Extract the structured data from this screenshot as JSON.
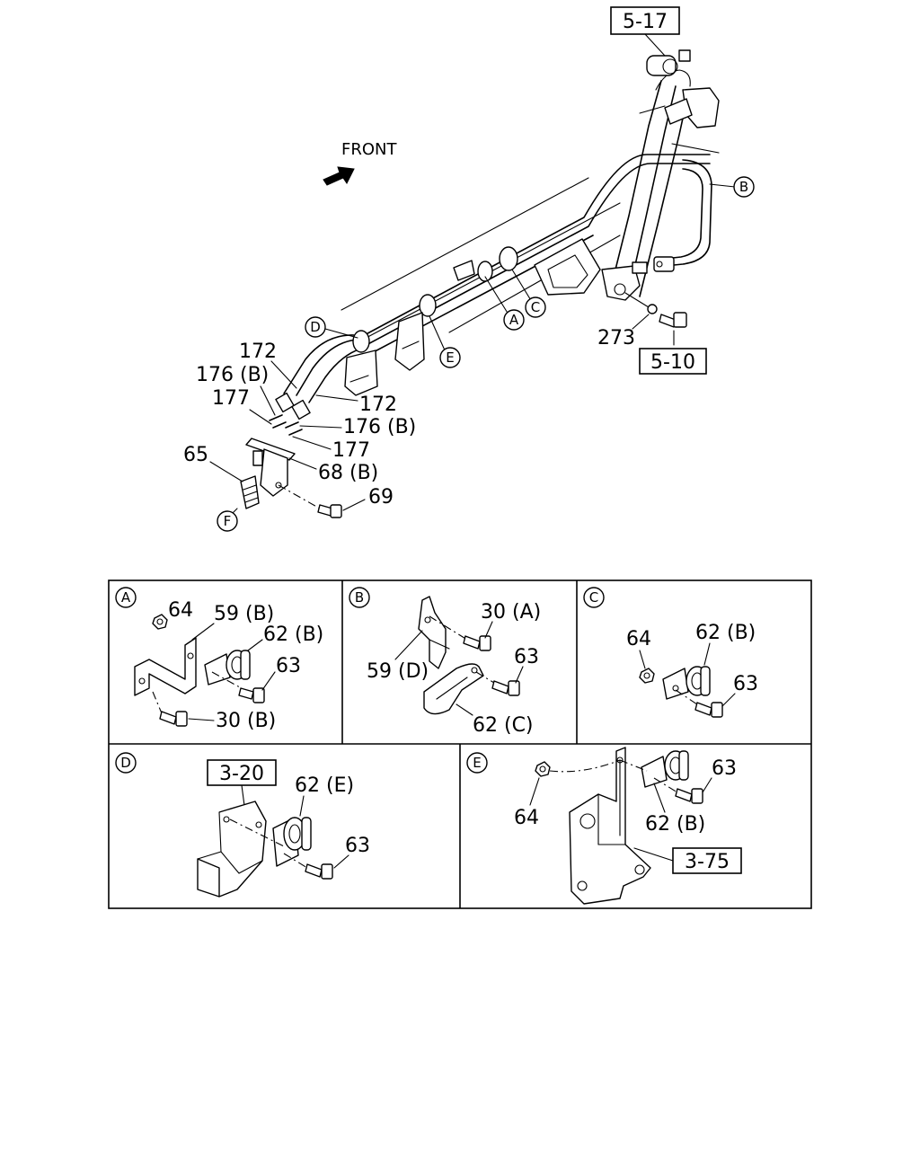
{
  "main": {
    "front_label": "FRONT",
    "ref_boxes": {
      "top": "5-17",
      "right": "5-10"
    },
    "callouts": {
      "A": "A",
      "B": "B",
      "C": "C",
      "D": "D",
      "E": "E",
      "F": "F"
    },
    "labels": {
      "p172a": "172",
      "p176b_left": "176 (B)",
      "p177_left": "177",
      "p172b": "172",
      "p176b_right": "176 (B)",
      "p177_right": "177",
      "p65": "65",
      "p68b": "68 (B)",
      "p69": "69",
      "p273": "273"
    }
  },
  "details": {
    "A": {
      "tag": "A",
      "labels": [
        "64",
        "59 (B)",
        "62 (B)",
        "63",
        "30 (B)"
      ]
    },
    "B": {
      "tag": "B",
      "labels": [
        "30 (A)",
        "63",
        "59 (D)",
        "62 (C)"
      ]
    },
    "C": {
      "tag": "C",
      "labels": [
        "64",
        "62 (B)",
        "63"
      ]
    },
    "D": {
      "tag": "D",
      "ref": "3-20",
      "labels": [
        "62 (E)",
        "63"
      ]
    },
    "E": {
      "tag": "E",
      "ref": "3-75",
      "labels": [
        "63",
        "64",
        "62 (B)"
      ]
    }
  }
}
